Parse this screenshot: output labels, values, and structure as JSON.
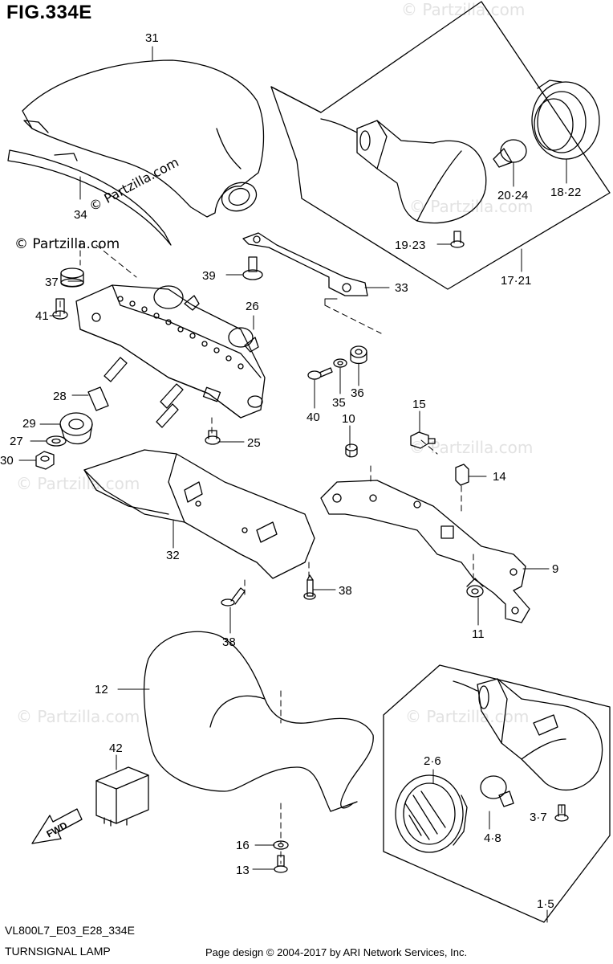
{
  "figure": {
    "title": "FIG.334E",
    "model_code": "VL800L7_E03_E28_334E",
    "name": "TURNSIGNAL LAMP",
    "credit": "Page design © 2004-2017 by ARI Network Services, Inc."
  },
  "watermarks": {
    "primary": "© Partzilla.com",
    "faint": "© Partzilla.com"
  },
  "fwd_label": "FWD",
  "callouts": {
    "c31": "31",
    "c34": "34",
    "c37": "37",
    "c41": "41",
    "c39": "39",
    "c26": "26",
    "c33": "33",
    "c28": "28",
    "c29": "29",
    "c27": "27",
    "c30": "30",
    "c25": "25",
    "c32": "32",
    "c35": "35",
    "c36": "36",
    "c40": "40",
    "c10": "10",
    "c15": "15",
    "c14": "14",
    "c9": "9",
    "c11": "11",
    "c38a": "38",
    "c38b": "38",
    "c12": "12",
    "c42": "42",
    "c16": "16",
    "c13": "13",
    "c2_6": "2·6",
    "c3_7": "3·7",
    "c4_8": "4·8",
    "c1_5": "1·5",
    "c20_24": "20·24",
    "c18_22": "18·22",
    "c19_23": "19·23",
    "c17_21": "17·21"
  },
  "colors": {
    "line": "#000000",
    "watermark": "#e2e2e2",
    "background": "#ffffff"
  }
}
